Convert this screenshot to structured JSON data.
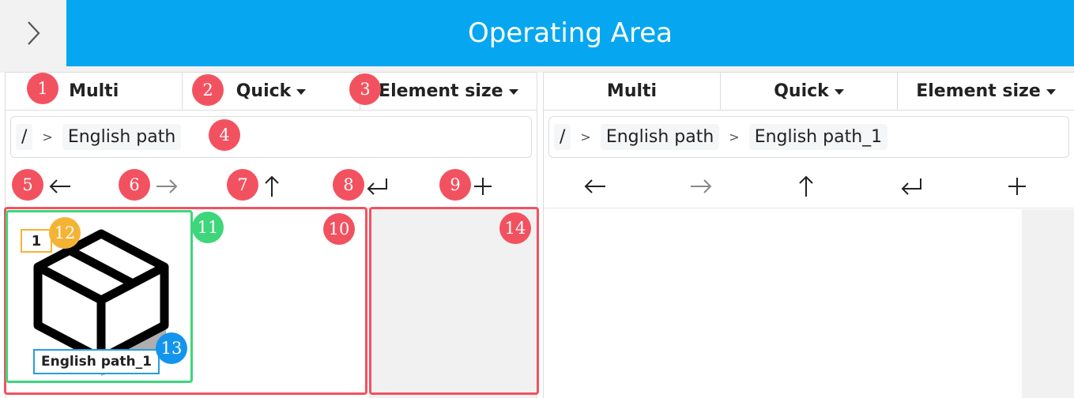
{
  "header": {
    "title": "Operating Area"
  },
  "left_panel": {
    "tabs": [
      "Multi",
      "Quick",
      "Element size"
    ],
    "breadcrumb": [
      "/",
      "English path"
    ],
    "folder": {
      "number": "1",
      "name": "English path_1"
    }
  },
  "right_panel": {
    "tabs": [
      "Multi",
      "Quick",
      "Element size"
    ],
    "breadcrumb": [
      "/",
      "English path",
      "English path_1"
    ]
  },
  "breadcrumb_separator": ">",
  "annotations": {
    "badges": [
      "1",
      "2",
      "3",
      "4",
      "5",
      "6",
      "7",
      "8",
      "9",
      "10",
      "11",
      "12",
      "13",
      "14"
    ]
  },
  "colors": {
    "header_bg": "#06a7f0",
    "annotation_red": "#f25260",
    "annotation_green": "#3dd67a",
    "annotation_orange": "#f5b335",
    "annotation_blue": "#1495ed"
  },
  "icons": {
    "toggle": "chevron-right-icon",
    "nav": [
      "arrow-left-icon",
      "arrow-right-icon",
      "arrow-up-icon",
      "enter-icon",
      "plus-icon"
    ],
    "folder": "package-box-icon"
  }
}
